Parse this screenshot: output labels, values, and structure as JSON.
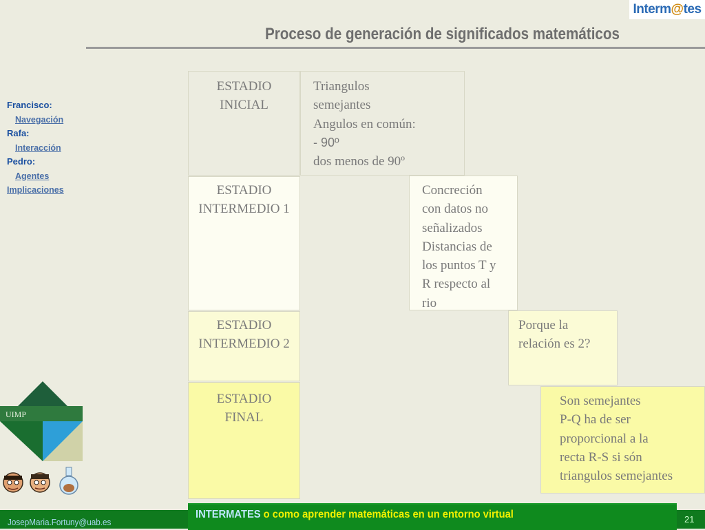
{
  "header": {
    "logo_prefix": "Interm",
    "logo_mid": "@",
    "logo_suffix": "tes",
    "title": "Proceso de generación de significados matemáticos"
  },
  "nav": {
    "people": [
      {
        "name": "Francisco:",
        "link": "Navegación"
      },
      {
        "name": "Rafa:",
        "link": "Interacción"
      },
      {
        "name": "Pedro:",
        "link": "Agentes"
      }
    ],
    "extra_link": "Implicaciones"
  },
  "stages": [
    {
      "line1": "ESTADIO",
      "line2": "INICIAL"
    },
    {
      "line1": "ESTADIO",
      "line2": "INTERMEDIO 1"
    },
    {
      "line1": "ESTADIO",
      "line2": "INTERMEDIO 2"
    },
    {
      "line1": "ESTADIO",
      "line2": "FINAL"
    }
  ],
  "notes": {
    "initial": [
      "Triangulos",
      "semejantes",
      "Angulos en común:",
      "- 90º",
      "dos menos de 90º"
    ],
    "intermediate1": [
      "Concreción",
      "con datos no",
      "señalizados",
      "Distancias de",
      "los puntos T y",
      "R respecto al",
      "rio"
    ],
    "intermediate2": [
      "Porque la",
      "relación es 2?"
    ],
    "final": [
      "Son semejantes",
      "P-Q ha de ser",
      "proporcional a la",
      "recta R-S si són",
      "triangulos semejantes"
    ]
  },
  "sidebar_logo": {
    "label": "UIMP"
  },
  "footer": {
    "brand": "INTERMATES",
    "tagline": " o como aprender matemáticas en un entorno virtual",
    "author": "JosepMaria.Fortuny@uab.es",
    "slide_number": "21"
  },
  "colors": {
    "background": "#ecece0",
    "footer_green": "#0f8a1e",
    "nav_blue": "#1a4fa0",
    "stage_final_yellow": "#fafaa6"
  }
}
